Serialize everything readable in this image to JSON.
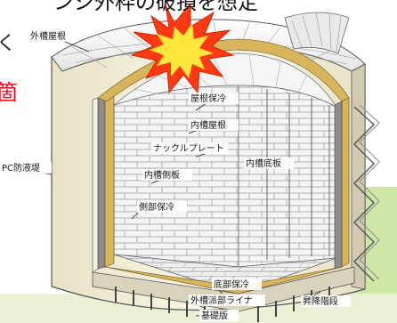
{
  "caption": {
    "top_text": "ンジ外枠の破損を想定",
    "side_red_text": "箇",
    "side_dark_text": "く"
  },
  "labels": {
    "outer_roof": "外槽屋根",
    "roof_insulation": "屋根保冷",
    "inner_roof": "内槽屋根",
    "knuckle_plate": "ナックルプレート",
    "inner_side_plate": "内槽側板",
    "inner_bottom_plate": "内槽底板",
    "side_insulation": "側部保冷",
    "pc_dike": "PC防液堤",
    "bottom_insulation": "底部保冷",
    "outer_side_liner": "外槽派部ライナ",
    "foundation_plate": "基礎版",
    "stairs": "昇降階段"
  },
  "icons": {
    "explosion": "explosion-burst-icon"
  },
  "colors": {
    "burst_outer": "#ff3a12",
    "burst_inner": "#ffe63a",
    "concrete": "#f3f0de",
    "insulation": "#d8b45a",
    "steel": "#d0d0d0",
    "grass": "#cfe6a6",
    "red_text": "#e0101a"
  }
}
